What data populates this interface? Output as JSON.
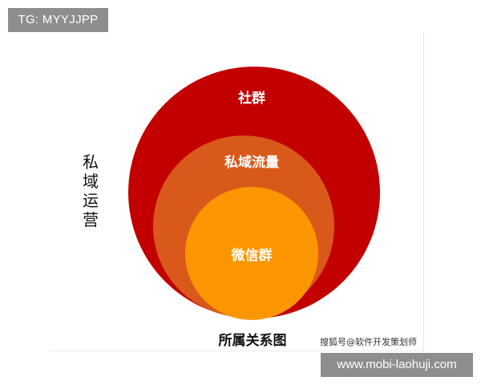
{
  "tag_badge": "TG: MYYJJPP",
  "side_title": "私域运营",
  "caption": "所属关系图",
  "watermark": "搜狐号@软件开发策划师",
  "url_badge": "www.mobi-laohuji.com",
  "circles": {
    "outer": {
      "label": "社群",
      "color": "#c20000"
    },
    "middle": {
      "label": "私域流量",
      "color": "#d9591a"
    },
    "inner": {
      "label": "微信群",
      "color": "#fb9600"
    }
  }
}
